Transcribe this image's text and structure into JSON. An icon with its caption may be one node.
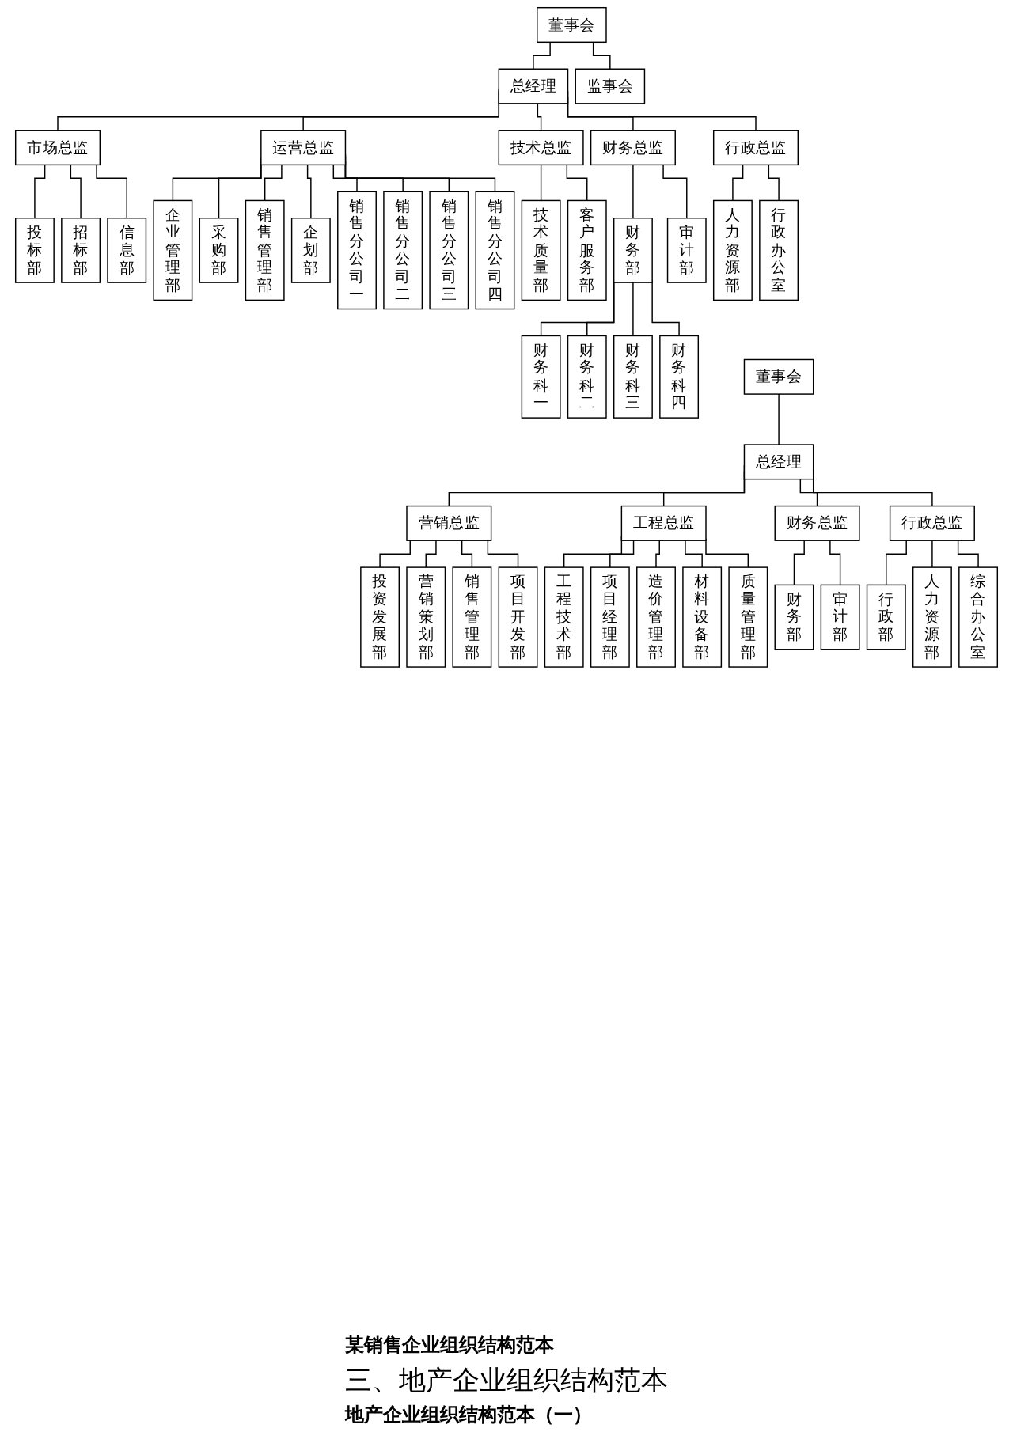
{
  "diagram": {
    "nodes": [
      {
        "text": [
          "董事会"
        ]
      },
      {
        "text": [
          "监事会"
        ]
      },
      {
        "text": [
          "总经理"
        ]
      },
      {
        "text": [
          "市场总监"
        ]
      },
      {
        "text": [
          "运营总监"
        ]
      },
      {
        "text": [
          "技术总监"
        ]
      },
      {
        "text": [
          "财务总监"
        ]
      },
      {
        "text": [
          "行政总监"
        ]
      },
      {
        "text": [
          "投标部"
        ]
      },
      {
        "text": [
          "招标部"
        ]
      },
      {
        "text": [
          "信息部"
        ]
      },
      {
        "text": [
          "企业管理部"
        ]
      },
      {
        "text": [
          "采购部"
        ]
      },
      {
        "text": [
          "销售管理部"
        ]
      },
      {
        "text": [
          "企划部"
        ]
      },
      {
        "text": [
          "技术质量部"
        ]
      },
      {
        "text": [
          "客户服务部"
        ]
      },
      {
        "text": [
          "财务部"
        ]
      },
      {
        "text": [
          "审计部"
        ]
      },
      {
        "text": [
          "人力资源部"
        ]
      },
      {
        "text": [
          "行政办公室"
        ]
      },
      {
        "text": [
          "销售分公司一"
        ]
      },
      {
        "text": [
          "销售分公司二"
        ]
      },
      {
        "text": [
          "销售分公司三"
        ]
      },
      {
        "text": [
          "销售分公司四"
        ]
      },
      {
        "text": [
          "财务科一"
        ]
      },
      {
        "text": [
          "财务科二"
        ]
      },
      {
        "text": [
          "财务科三"
        ]
      },
      {
        "text": [
          "财务科四"
        ]
      },
      {
        "text": [
          "董事会"
        ]
      },
      {
        "text": [
          "总经理"
        ]
      },
      {
        "text": [
          "营销总监"
        ]
      },
      {
        "text": [
          "工程总监"
        ]
      },
      {
        "text": [
          "财务总监"
        ]
      },
      {
        "text": [
          "行政总监"
        ]
      },
      {
        "text": [
          "投资发展部"
        ]
      },
      {
        "text": [
          "营销策划部"
        ]
      },
      {
        "text": [
          "销售管理部"
        ]
      },
      {
        "text": [
          "项目开发部"
        ]
      },
      {
        "text": [
          "工程技术部"
        ]
      },
      {
        "text": [
          "项目经理部"
        ]
      },
      {
        "text": [
          "造价管理部"
        ]
      },
      {
        "text": [
          "材料设备部"
        ]
      },
      {
        "text": [
          "质量管理部"
        ]
      },
      {
        "text": [
          "财务部"
        ]
      },
      {
        "text": [
          "审计部"
        ]
      },
      {
        "text": [
          "行政部"
        ]
      },
      {
        "text": [
          "人力资源部"
        ]
      },
      {
        "text": [
          "综合办公室"
        ]
      }
    ],
    "edges": [
      {
        "from": 0,
        "to": 2,
        "arrow": "none"
      },
      {
        "from": 0,
        "to": 1,
        "arrow": "none"
      },
      {
        "from": 2,
        "to": 3,
        "arrow": "none"
      },
      {
        "from": 2,
        "to": 4,
        "arrow": "none"
      },
      {
        "from": 2,
        "to": 5,
        "arrow": "none"
      },
      {
        "from": 2,
        "to": 6,
        "arrow": "none"
      },
      {
        "from": 2,
        "to": 7,
        "arrow": "none"
      },
      {
        "from": 3,
        "to": 8,
        "arrow": "none"
      },
      {
        "from": 3,
        "to": 9,
        "arrow": "none"
      },
      {
        "from": 3,
        "to": 10,
        "arrow": "none"
      },
      {
        "from": 4,
        "to": 11,
        "arrow": "none"
      },
      {
        "from": 4,
        "to": 12,
        "arrow": "none"
      },
      {
        "from": 4,
        "to": 13,
        "arrow": "none"
      },
      {
        "from": 4,
        "to": 14,
        "arrow": "none"
      },
      {
        "from": 5,
        "to": 15,
        "arrow": "none"
      },
      {
        "from": 5,
        "to": 16,
        "arrow": "none"
      },
      {
        "from": 6,
        "to": 17,
        "arrow": "none"
      },
      {
        "from": 6,
        "to": 18,
        "arrow": "none"
      },
      {
        "from": 7,
        "to": 19,
        "arrow": "none"
      },
      {
        "from": 7,
        "to": 20,
        "arrow": "none"
      },
      {
        "from": 4,
        "to": 21,
        "arrow": "none"
      },
      {
        "from": 4,
        "to": 22,
        "arrow": "none"
      },
      {
        "from": 4,
        "to": 23,
        "arrow": "none"
      },
      {
        "from": 4,
        "to": 24,
        "arrow": "none"
      },
      {
        "from": 17,
        "to": 25,
        "arrow": "none"
      },
      {
        "from": 17,
        "to": 26,
        "arrow": "none"
      },
      {
        "from": 17,
        "to": 27,
        "arrow": "none"
      },
      {
        "from": 17,
        "to": 28,
        "arrow": "none"
      },
      {
        "from": 29,
        "to": 30,
        "arrow": "none"
      },
      {
        "from": 30,
        "to": 31,
        "arrow": "none"
      },
      {
        "from": 30,
        "to": 32,
        "arrow": "none"
      },
      {
        "from": 30,
        "to": 33,
        "arrow": "none"
      },
      {
        "from": 30,
        "to": 34,
        "arrow": "none"
      },
      {
        "from": 31,
        "to": 35,
        "arrow": "none"
      },
      {
        "from": 31,
        "to": 36,
        "arrow": "none"
      },
      {
        "from": 31,
        "to": 37,
        "arrow": "none"
      },
      {
        "from": 31,
        "to": 38,
        "arrow": "none"
      },
      {
        "from": 32,
        "to": 39,
        "arrow": "none"
      },
      {
        "from": 32,
        "to": 40,
        "arrow": "none"
      },
      {
        "from": 32,
        "to": 41,
        "arrow": "none"
      },
      {
        "from": 32,
        "to": 42,
        "arrow": "none"
      },
      {
        "from": 32,
        "to": 43,
        "arrow": "none"
      },
      {
        "from": 33,
        "to": 44,
        "arrow": "none"
      },
      {
        "from": 33,
        "to": 45,
        "arrow": "none"
      },
      {
        "from": 34,
        "to": 46,
        "arrow": "none"
      },
      {
        "from": 34,
        "to": 47,
        "arrow": "none"
      },
      {
        "from": 34,
        "to": 48,
        "arrow": "none"
      }
    ],
    "labels": [
      "某销售企业组织结构范本",
      "三、地产企业组织结构范本",
      "地产企业组织结构范本（一）"
    ]
  }
}
